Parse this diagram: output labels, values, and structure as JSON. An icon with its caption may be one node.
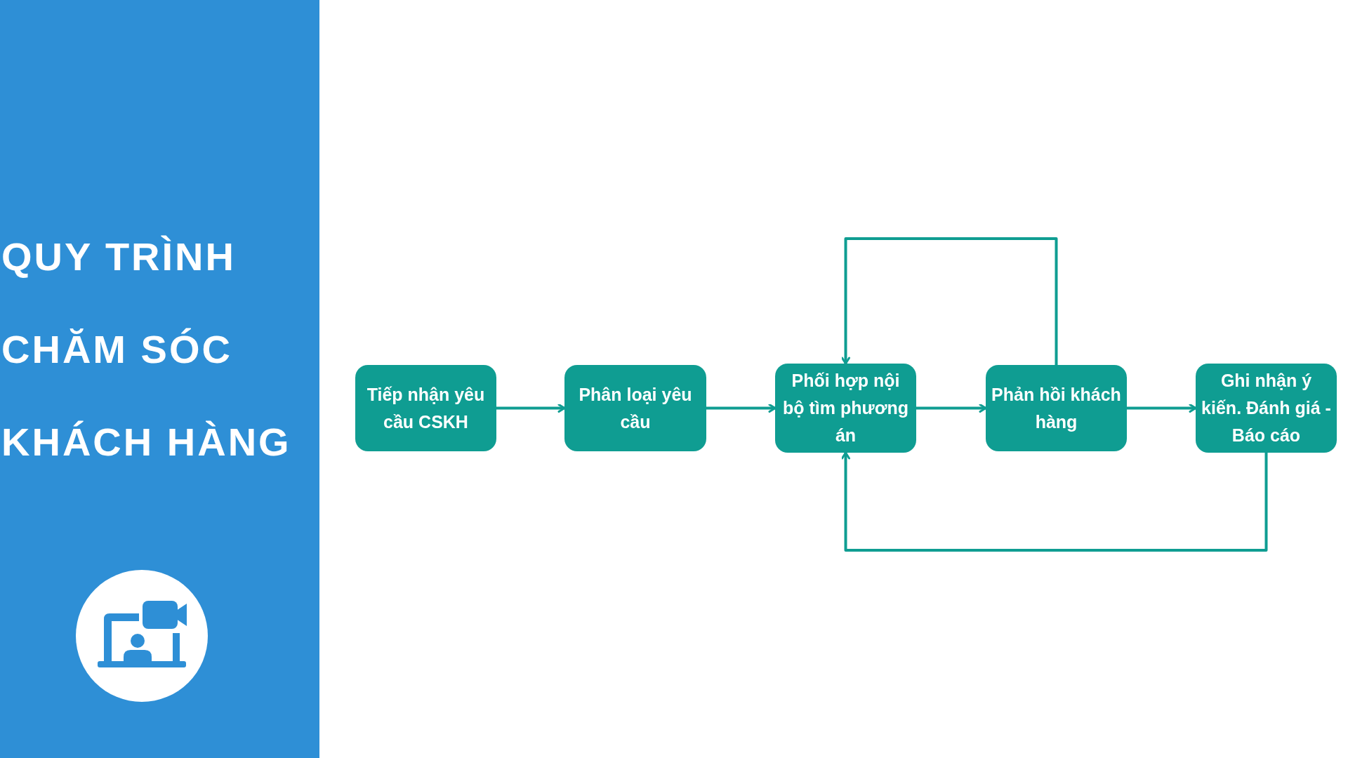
{
  "diagram": {
    "title": "QUY TRÌNH CHĂM SÓC KHÁCH HÀNG",
    "nodes": [
      {
        "text": [
          "Tiếp nhận yêu cầu CSKH"
        ]
      },
      {
        "text": [
          "Phân loại yêu cầu"
        ]
      },
      {
        "text": [
          "Phối hợp nội bộ tìm phương án"
        ]
      },
      {
        "text": [
          "Phản hồi khách hàng"
        ]
      },
      {
        "text": [
          "Ghi nhận ý kiến. Đánh giá - Báo cáo"
        ]
      }
    ],
    "edges": [
      {
        "from": 0,
        "to": 1,
        "arrow": "to"
      },
      {
        "from": 1,
        "to": 2,
        "arrow": "to"
      },
      {
        "from": 2,
        "to": 3,
        "arrow": "to"
      },
      {
        "from": 3,
        "to": 4,
        "arrow": "to"
      },
      {
        "from": 3,
        "to": 2,
        "arrow": "to"
      },
      {
        "from": 4,
        "to": 2,
        "arrow": "to"
      }
    ]
  }
}
